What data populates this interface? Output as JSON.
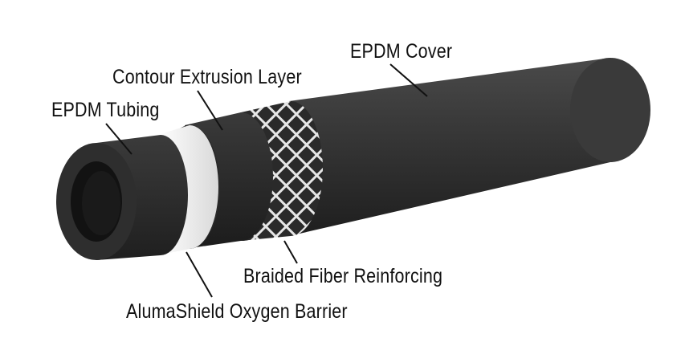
{
  "labels": {
    "epdm_cover": "EPDM Cover",
    "contour_extrusion_layer": "Contour Extrusion Layer",
    "epdm_tubing": "EPDM Tubing",
    "braided_fiber_reinforcing": "Braided Fiber Reinforcing",
    "alumashield_oxygen_barrier": "AlumaShield Oxygen Barrier"
  },
  "colors": {
    "background": "#ffffff",
    "rubber_dark": "#2b2b2b",
    "rubber_mid": "#3c3c3c",
    "barrier_white": "#f4f4f4",
    "braid": "#e6e6e6",
    "leader_line": "#111111"
  }
}
